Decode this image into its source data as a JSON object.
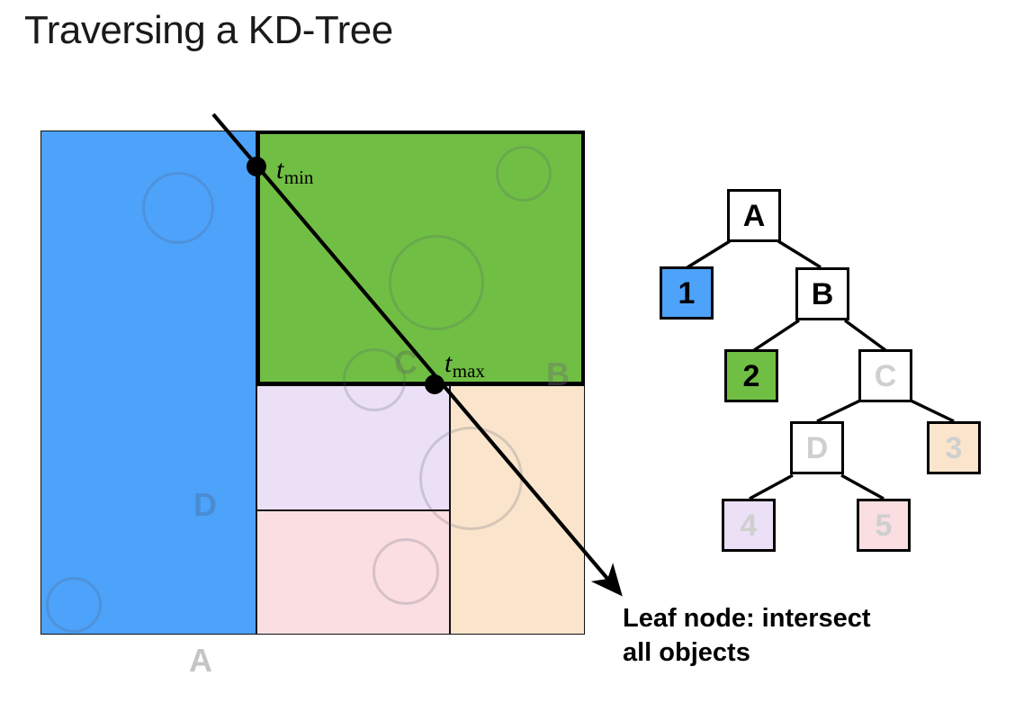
{
  "slide": {
    "title": "Traversing a KD-Tree",
    "background": "#ffffff"
  },
  "partition": {
    "regions": [
      {
        "id": "blue",
        "label": "1",
        "color": "#4da2fa",
        "highlighted": false
      },
      {
        "id": "green",
        "label": "2",
        "color": "#70bf44",
        "highlighted": true
      },
      {
        "id": "lavender",
        "label": "4",
        "color": "#ece0f7",
        "highlighted": false
      },
      {
        "id": "pink",
        "label": "5",
        "color": "#fadee1",
        "highlighted": false
      },
      {
        "id": "peach",
        "label": "3",
        "color": "#fae5cc",
        "highlighted": false
      }
    ],
    "split_labels": {
      "a": "A",
      "b": "B",
      "c": "C",
      "d": "D"
    },
    "ray": {
      "t_min_label": "t",
      "t_min_sub": "min",
      "t_max_label": "t",
      "t_max_sub": "max",
      "color": "#000000"
    }
  },
  "tree": {
    "nodes": [
      {
        "id": "A",
        "label": "A",
        "fill": "#ffffff",
        "text_color": "#000000",
        "dim": false
      },
      {
        "id": "1",
        "label": "1",
        "fill": "#4da2fa",
        "text_color": "#000000",
        "dim": false
      },
      {
        "id": "B",
        "label": "B",
        "fill": "#ffffff",
        "text_color": "#000000",
        "dim": false
      },
      {
        "id": "2",
        "label": "2",
        "fill": "#70bf44",
        "text_color": "#000000",
        "dim": false
      },
      {
        "id": "C",
        "label": "C",
        "fill": "#ffffff",
        "text_color": "#cfcfcf",
        "dim": true
      },
      {
        "id": "D",
        "label": "D",
        "fill": "#ffffff",
        "text_color": "#cfcfcf",
        "dim": true
      },
      {
        "id": "3",
        "label": "3",
        "fill": "#fae5cc",
        "text_color": "#cfcfcf",
        "dim": true
      },
      {
        "id": "4",
        "label": "4",
        "fill": "#ece0f7",
        "text_color": "#cfcfcf",
        "dim": true
      },
      {
        "id": "5",
        "label": "5",
        "fill": "#fadee1",
        "text_color": "#cfcfcf",
        "dim": true
      }
    ],
    "edges": [
      {
        "from": "A",
        "to": "1"
      },
      {
        "from": "A",
        "to": "B"
      },
      {
        "from": "B",
        "to": "2"
      },
      {
        "from": "B",
        "to": "C"
      },
      {
        "from": "C",
        "to": "D"
      },
      {
        "from": "C",
        "to": "3"
      },
      {
        "from": "D",
        "to": "4"
      },
      {
        "from": "D",
        "to": "5"
      }
    ]
  },
  "caption": {
    "line1": "Leaf node: intersect",
    "line2": "all objects"
  }
}
